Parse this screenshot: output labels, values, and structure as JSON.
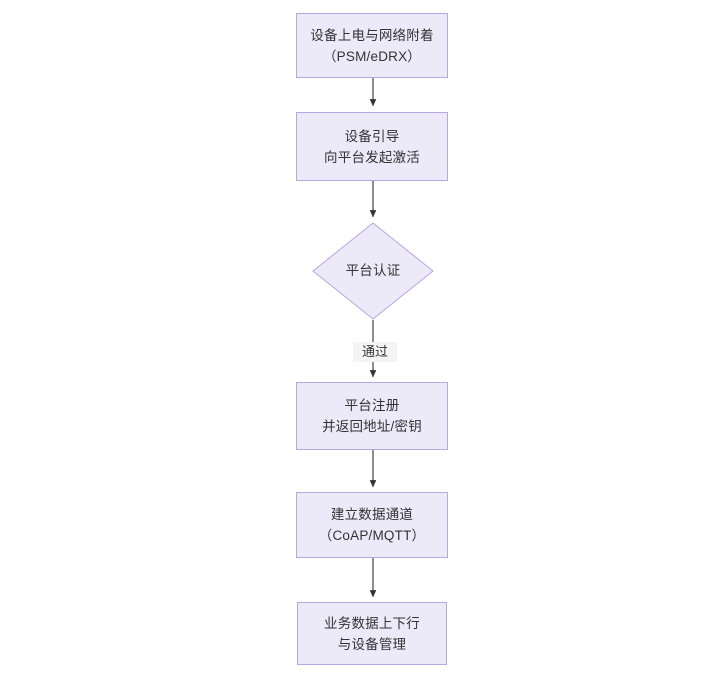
{
  "diagram": {
    "type": "flowchart",
    "orientation": "top-to-bottom",
    "title": "",
    "colors": {
      "node_fill": "#ece9f9",
      "node_border": "#b9a6e0",
      "node_text": "#333333",
      "connector": "#333333",
      "edge_label_bg": "#f4f4f4",
      "canvas_bg": "#ffffff"
    },
    "nodes": [
      {
        "id": "n1",
        "shape": "rectangle",
        "line1": "设备上电与网络附着",
        "line2": "（PSM/eDRX）"
      },
      {
        "id": "n2",
        "shape": "rectangle",
        "line1": "设备引导",
        "line2": "向平台发起激活"
      },
      {
        "id": "n3",
        "shape": "diamond",
        "line1": "平台认证",
        "line2": ""
      },
      {
        "id": "n4",
        "shape": "rectangle",
        "line1": "平台注册",
        "line2": "并返回地址/密钥"
      },
      {
        "id": "n5",
        "shape": "rectangle",
        "line1": "建立数据通道",
        "line2": "（CoAP/MQTT）"
      },
      {
        "id": "n6",
        "shape": "rectangle",
        "line1": "业务数据上下行",
        "line2": "与设备管理"
      }
    ],
    "edges": [
      {
        "id": "e1",
        "from": "n1",
        "to": "n2",
        "label": ""
      },
      {
        "id": "e2",
        "from": "n2",
        "to": "n3",
        "label": ""
      },
      {
        "id": "e3",
        "from": "n3",
        "to": "n4",
        "label": "通过"
      },
      {
        "id": "e4",
        "from": "n4",
        "to": "n5",
        "label": ""
      },
      {
        "id": "e5",
        "from": "n5",
        "to": "n6",
        "label": ""
      }
    ]
  }
}
